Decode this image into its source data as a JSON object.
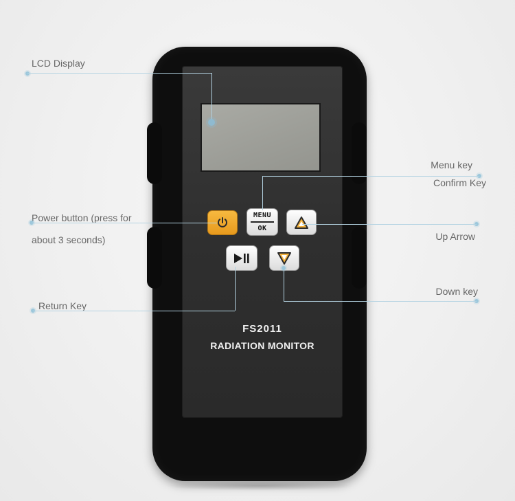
{
  "device": {
    "model": "FS2011",
    "name": "RADIATION MONITOR",
    "keys": {
      "menu_top": "MENU",
      "menu_bottom": "OK"
    },
    "colors": {
      "body": "#0e0e0e",
      "faceplate": "#333333",
      "lcd": "#a3a49e",
      "power_key": "#efa52c",
      "callout_line": "#b4d3e2"
    }
  },
  "callouts": {
    "lcd_display": "LCD Display",
    "power_button": "Power button (press for",
    "power_button_2": "about 3 seconds)",
    "return_key": "Return Key",
    "menu_key": "Menu key",
    "confirm_key": "Confirm Key",
    "up_arrow": "Up Arrow",
    "down_key": "Down key"
  },
  "icons": {
    "power": "power-icon",
    "up": "up-triangle-icon",
    "down": "down-triangle-icon",
    "play_pause": "play-pause-icon"
  }
}
